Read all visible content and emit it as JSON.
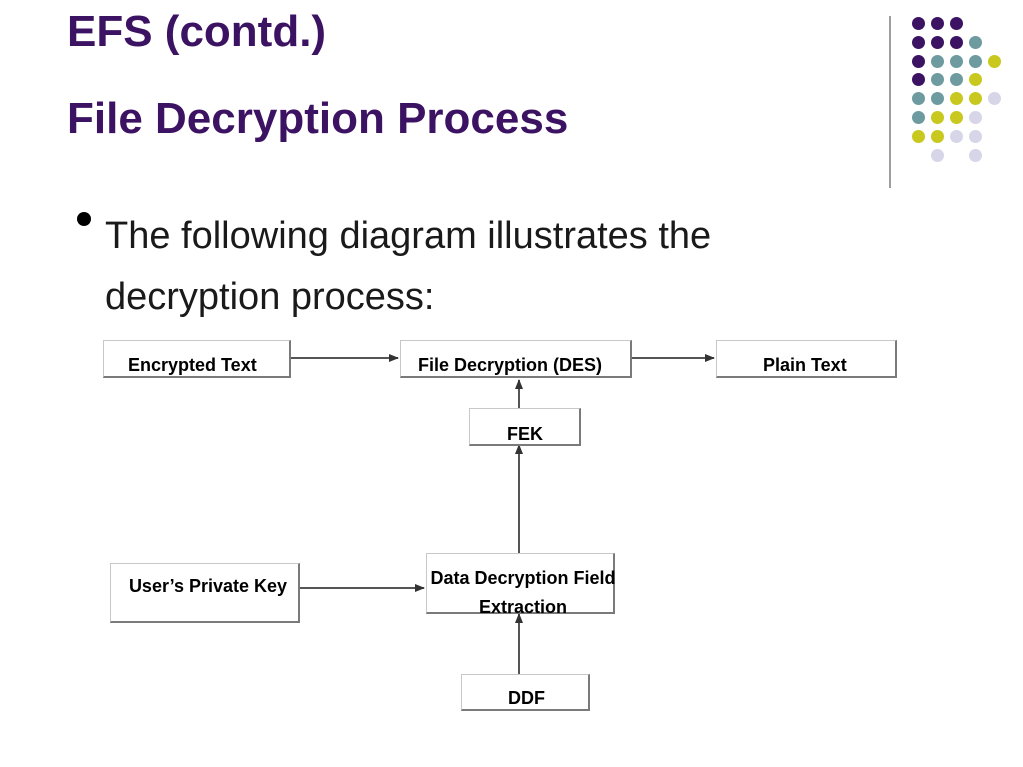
{
  "slide": {
    "title_line1": "EFS (contd.)",
    "title_line2": "File Decryption Process",
    "bullet_text": "The following diagram illustrates the decryption process:",
    "title_color": "#3c1362"
  },
  "decoration": {
    "dot_palette": {
      "purple": "#3c1362",
      "teal": "#6d9b9f",
      "yellow": "#c8c81e",
      "lavender": "#d6d6e8"
    }
  },
  "diagram": {
    "nodes": {
      "encrypted_text": "Encrypted Text",
      "file_decryption": "File Decryption (DES)",
      "plain_text": "Plain Text",
      "fek": "FEK",
      "users_private_key": "User’s Private Key",
      "ddf_extraction": "Data Decryption Field Extraction",
      "ddf": "DDF"
    },
    "edges": [
      {
        "from": "Encrypted Text",
        "to": "File Decryption (DES)"
      },
      {
        "from": "File Decryption (DES)",
        "to": "Plain Text"
      },
      {
        "from": "FEK",
        "to": "File Decryption (DES)"
      },
      {
        "from": "Data Decryption Field Extraction",
        "to": "FEK"
      },
      {
        "from": "User’s Private Key",
        "to": "Data Decryption Field Extraction"
      },
      {
        "from": "DDF",
        "to": "Data Decryption Field Extraction"
      }
    ]
  }
}
